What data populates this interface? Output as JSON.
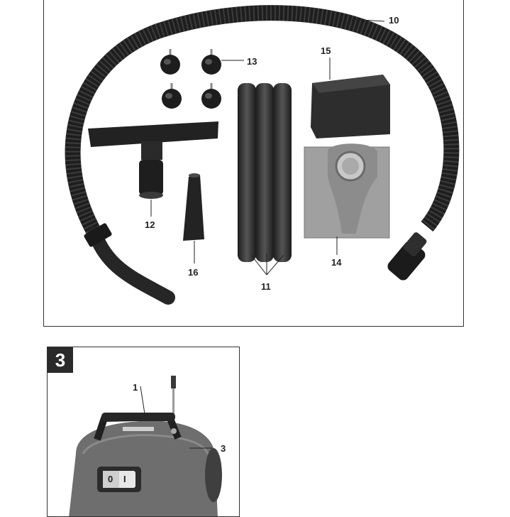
{
  "figure_top": {
    "callouts": {
      "c10": "10",
      "c11": "11",
      "c12": "12",
      "c13": "13",
      "c14": "14",
      "c15": "15",
      "c16": "16"
    }
  },
  "figure_bottom": {
    "badge": "3",
    "callouts": {
      "c1": "1",
      "c3": "3"
    },
    "switch_labels": {
      "on": "0",
      "off": "I"
    }
  }
}
